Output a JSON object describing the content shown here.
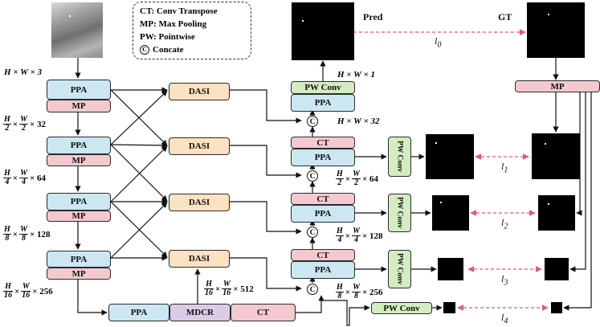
{
  "legend": {
    "ct": "CT: Conv Transpose",
    "mp": "MP: Max Pooling",
    "pw": "PW: Pointwise",
    "concat_symbol": "C",
    "concat": "Concate"
  },
  "blocks": {
    "ppa": "PPA",
    "mp": "MP",
    "dasi": "DASI",
    "ct": "CT",
    "pw_conv": "PW Conv",
    "pw_vertical": "PW Conv",
    "mdcr": "MDCR",
    "concat_symbol": "C"
  },
  "images": {
    "pred": "Pred",
    "gt": "GT"
  },
  "losses": {
    "symbol": "l",
    "l0": "0",
    "l1": "1",
    "l2": "2",
    "l3": "3",
    "l4": "4"
  },
  "dims": {
    "top": "H × W × 3",
    "d1": {
      "hn": "H",
      "hd": "2",
      "wn": "W",
      "wd": "2",
      "c": "× 32"
    },
    "d2": {
      "hn": "H",
      "hd": "4",
      "wn": "W",
      "wd": "4",
      "c": "× 64"
    },
    "d3": {
      "hn": "H",
      "hd": "8",
      "wn": "W",
      "wd": "8",
      "c": "× 128"
    },
    "d4": {
      "hn": "H",
      "hd": "16",
      "wn": "W",
      "wd": "16",
      "c": "× 256"
    },
    "bottleneck": {
      "hn": "H",
      "hd": "16",
      "wn": "W",
      "wd": "16",
      "c": "× 512"
    },
    "dec_out": "H × W × 1",
    "dec1": "H × W × 32",
    "dec2": {
      "hn": "H",
      "hd": "2",
      "wn": "W",
      "wd": "2",
      "c": "× 64"
    },
    "dec3": {
      "hn": "H",
      "hd": "4",
      "wn": "W",
      "wd": "4",
      "c": "× 128"
    },
    "dec4": {
      "hn": "H",
      "hd": "8",
      "wn": "W",
      "wd": "8",
      "c": "× 256"
    }
  },
  "colors": {
    "ppa": "#cbe7f2",
    "mp": "#f3c9cf",
    "dasi": "#fbe2c1",
    "pw": "#d3ecc2",
    "mdcr": "#dccbe6",
    "loss_link": "#e05a73"
  }
}
